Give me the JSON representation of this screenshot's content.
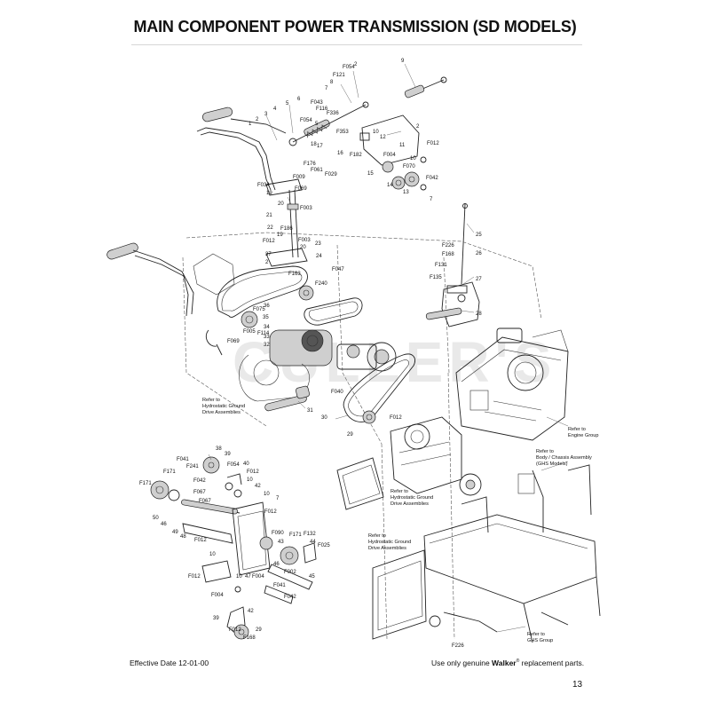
{
  "page": {
    "title": "MAIN COMPONENT POWER TRANSMISSION (SD MODELS)",
    "watermark": "CULLER'S",
    "footer_effective": "Effective Date 12-01-00",
    "footer_use_prefix": "Use only genuine ",
    "footer_brand": "Walker",
    "footer_use_suffix": " replacement parts.",
    "page_number": "13"
  },
  "notes": {
    "hydro_1": [
      "Refer to",
      "Hydrostatic Ground",
      "Drive Assemblies"
    ],
    "hydro_2": [
      "Refer to",
      "Hydrostatic Ground",
      "Drive Assemblies"
    ],
    "hydro_3": [
      "Refer to",
      "Hydrostatic Ground",
      "Drive Assemblies"
    ],
    "engine": [
      "Refer to",
      "Engine Group"
    ],
    "body": [
      "Refer to",
      "Body / Chassis Assembly",
      "(GHS Models)"
    ],
    "ghs": [
      "Refer to",
      "GHS Group"
    ]
  },
  "callouts": [
    "F054",
    "2",
    "F121",
    "8",
    "7",
    "9",
    "6",
    "5",
    "F043",
    "F116",
    "F336",
    "4",
    "3",
    "2",
    "1",
    "F054",
    "5",
    "F353",
    "18",
    "17",
    "F176",
    "F061",
    "F029",
    "F009",
    "2",
    "16",
    "F182",
    "10",
    "12",
    "F012",
    "11",
    "F004",
    "10",
    "F070",
    "15",
    "14",
    "13",
    "F042",
    "7",
    "F034",
    "19",
    "F069",
    "20",
    "F003",
    "21",
    "F186",
    "22",
    "19",
    "F012",
    "2",
    "37",
    "F003",
    "20",
    "23",
    "24",
    "F047",
    "F163",
    "F240",
    "36",
    "F075",
    "35",
    "F005",
    "F114",
    "34",
    "33",
    "F069",
    "32",
    "F226",
    "F168",
    "25",
    "26",
    "F131",
    "F135",
    "27",
    "28",
    "F040",
    "31",
    "30",
    "F012",
    "29",
    "38",
    "F041",
    "39",
    "F241",
    "F054",
    "40",
    "F171",
    "F012",
    "F042",
    "10",
    "42",
    "F171",
    "F067",
    "10",
    "7",
    "F067",
    "50",
    "46",
    "49",
    "F012",
    "48",
    "F090",
    "F171",
    "F132",
    "43",
    "44",
    "F012",
    "F025",
    "10",
    "46",
    "45",
    "F002",
    "F012",
    "10",
    "47",
    "F004",
    "F041",
    "F004",
    "F042",
    "42",
    "39",
    "F012",
    "29",
    "F168",
    "F226"
  ]
}
